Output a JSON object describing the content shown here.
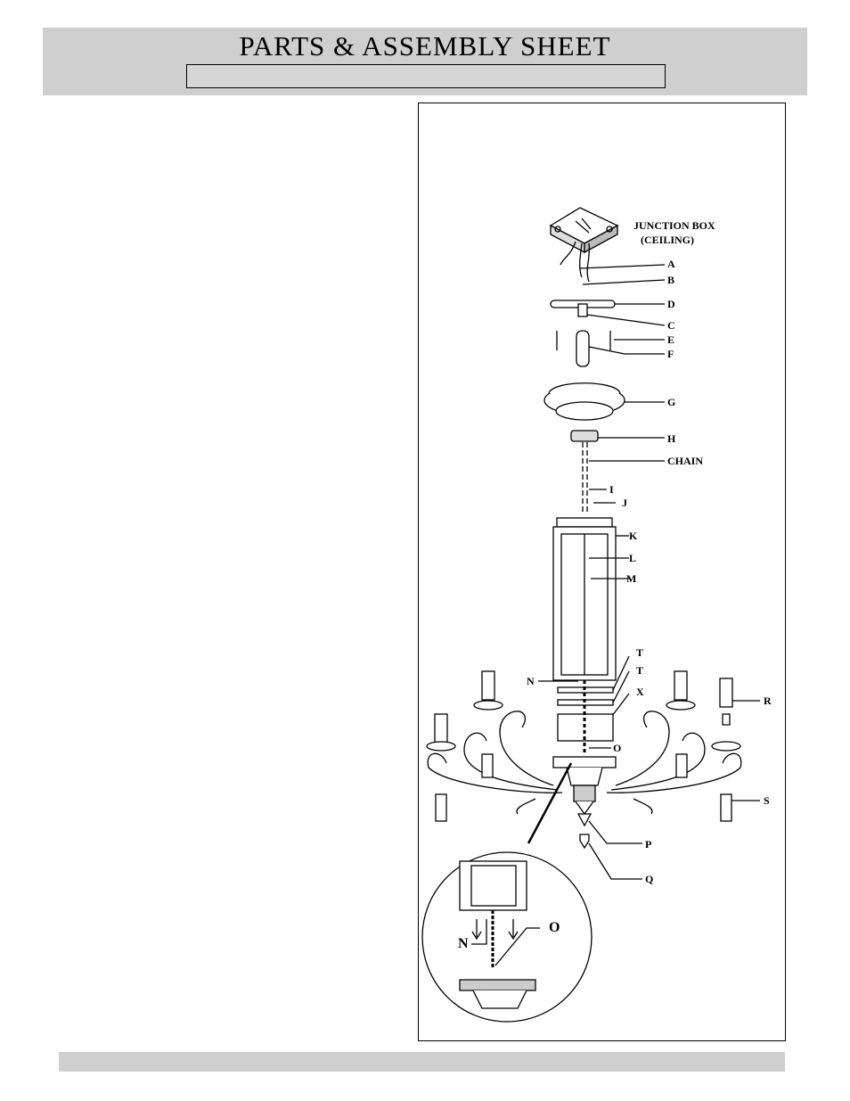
{
  "header": {
    "title": "PARTS & ASSEMBLY SHEET",
    "subtitle_box": ""
  },
  "diagram": {
    "labels": {
      "junction_box": "JUNCTION BOX",
      "ceiling": "(CEILING)",
      "A": "A",
      "B": "B",
      "C": "C",
      "D": "D",
      "E": "E",
      "F": "F",
      "G": "G",
      "H": "H",
      "chain": "CHAIN",
      "I": "I",
      "J": "J",
      "K": "K",
      "L": "L",
      "M": "M",
      "N": "N",
      "T1": "T",
      "T2": "T",
      "X": "X",
      "O": "O",
      "R": "R",
      "S": "S",
      "P": "P",
      "Q": "Q",
      "detail_N": "N",
      "detail_O": "O"
    }
  },
  "colors": {
    "header_band": "#cfcfcf",
    "footer_band": "#cfcfcf",
    "line": "#000000"
  }
}
